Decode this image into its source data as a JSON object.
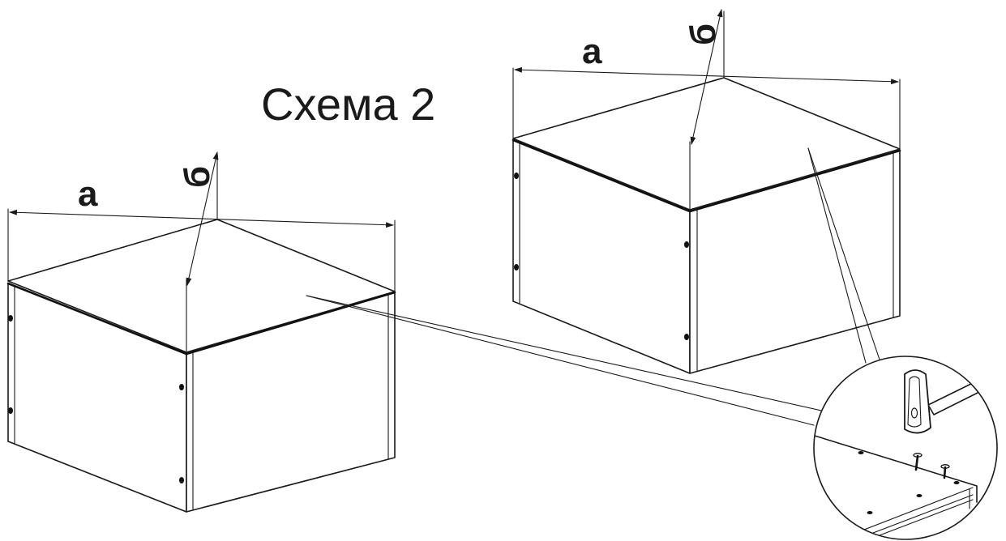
{
  "title": "Схема 2",
  "boxes": [
    {
      "width_label": "а",
      "depth_label": "б"
    },
    {
      "width_label": "а",
      "depth_label": "б"
    }
  ],
  "colors": {
    "line": "#1a1a1a",
    "background": "#ffffff"
  }
}
